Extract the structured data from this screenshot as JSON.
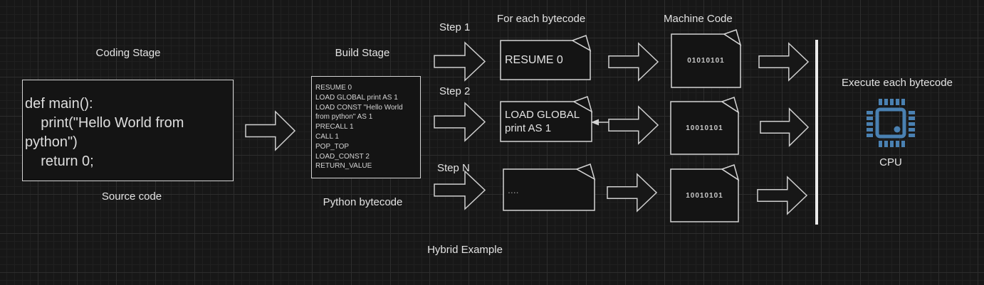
{
  "diagram_title": "Hybrid Example",
  "stages": {
    "coding": {
      "title": "Coding Stage",
      "caption": "Source code",
      "code": "def main():\n    print(\"Hello World from\npython\")\n    return 0;"
    },
    "build": {
      "title": "Build Stage",
      "caption": "Python bytecode",
      "bytecode": "RESUME 0\nLOAD GLOBAL print AS 1\nLOAD CONST \"Hello World\nfrom python\" AS 1\nPRECALL 1\nCALL 1\nPOP_TOP\nLOAD_CONST 2\nRETURN_VALUE"
    },
    "execution": {
      "bytecode_column_title": "For each bytecode",
      "machine_code_column_title": "Machine Code",
      "steps": [
        {
          "label": "Step 1",
          "bytecode": "RESUME 0",
          "machine_code": "01010101"
        },
        {
          "label": "Step 2",
          "bytecode": "LOAD GLOBAL print AS 1",
          "machine_code": "10010101"
        },
        {
          "label": "Step N",
          "bytecode": "....",
          "machine_code": "10010101"
        }
      ]
    },
    "cpu": {
      "title": "Execute each bytecode",
      "label": "CPU",
      "icon": "cpu-chip-icon",
      "accent_color": "#4a81b2"
    }
  },
  "colors": {
    "stroke": "#d4d4d4",
    "background": "#171717",
    "accent_blue": "#4a81b2"
  }
}
